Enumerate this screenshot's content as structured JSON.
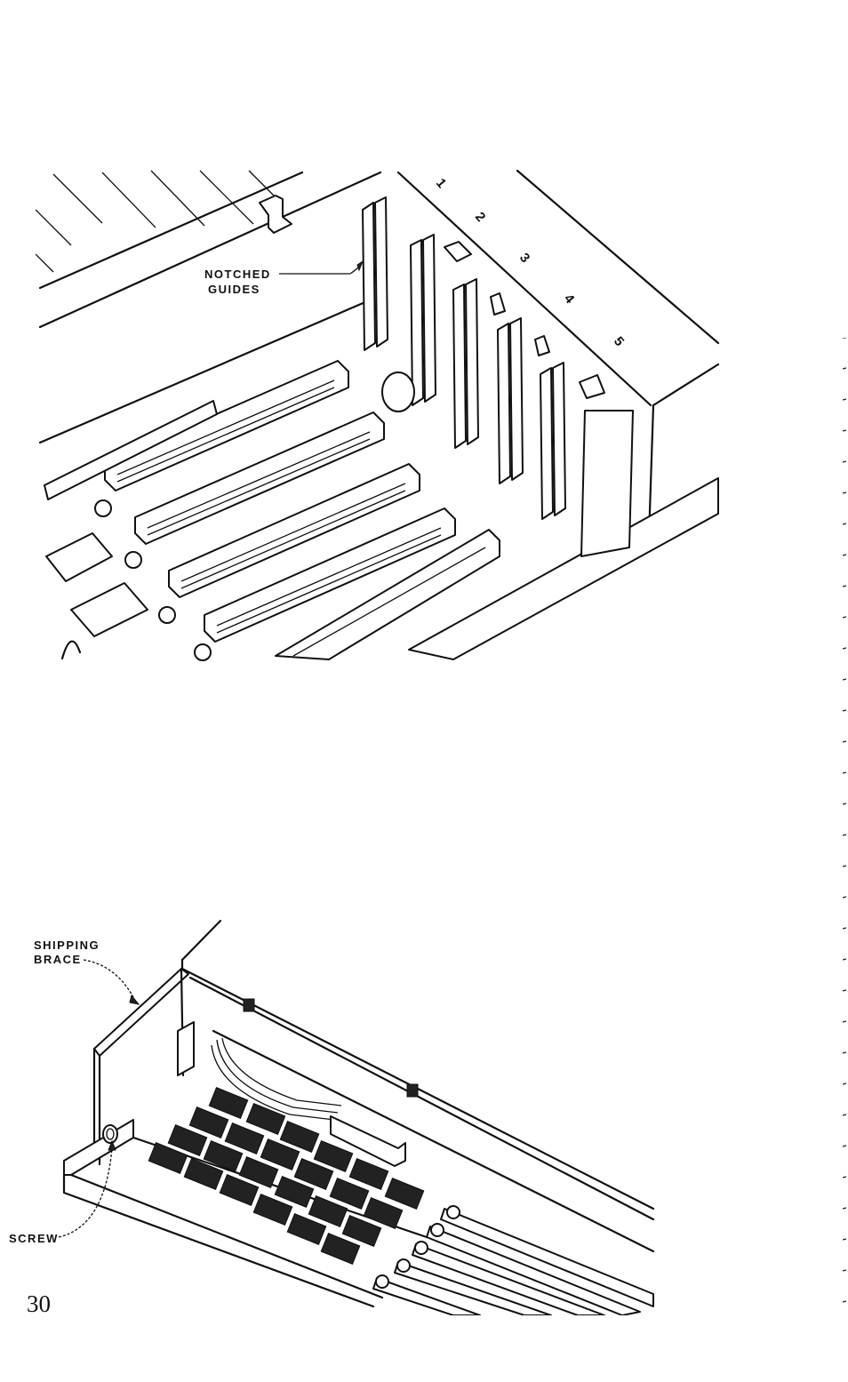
{
  "figure_top": {
    "labels": {
      "notched_guides_line1": "NOTCHED",
      "notched_guides_line2": "GUIDES"
    },
    "slot_numbers": [
      "1",
      "2",
      "3",
      "4",
      "5"
    ]
  },
  "figure_bottom": {
    "labels": {
      "shipping_line1": "SHIPPING",
      "shipping_line2": "BRACE",
      "screw": "SCREW"
    }
  },
  "page": {
    "number": "30"
  },
  "colors": {
    "ink": "#111111",
    "paper": "#ffffff"
  }
}
